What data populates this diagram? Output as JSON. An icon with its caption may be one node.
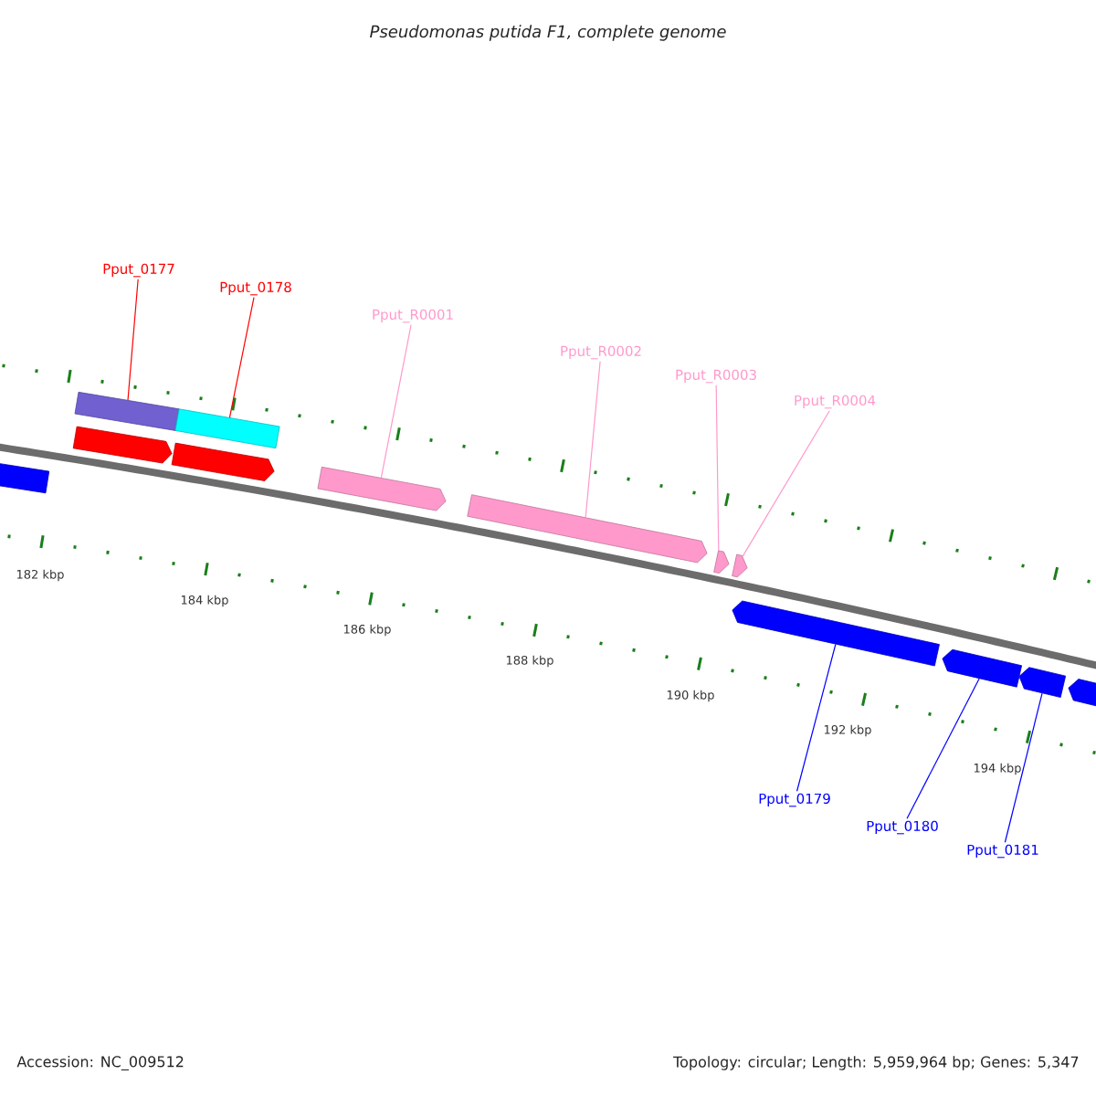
{
  "diagram": {
    "title": "Pseudomonas putida F1, complete genome",
    "nodes": [
      {
        "text": [
          "Pput_0177"
        ]
      },
      {
        "text": [
          "Pput_0178"
        ]
      },
      {
        "text": [
          "Pput_R0001"
        ]
      },
      {
        "text": [
          "Pput_R0002"
        ]
      },
      {
        "text": [
          "Pput_R0003"
        ]
      },
      {
        "text": [
          "Pput_R0004"
        ]
      },
      {
        "text": [
          "Pput_0179"
        ]
      },
      {
        "text": [
          "Pput_0180"
        ]
      },
      {
        "text": [
          "Pput_0181"
        ]
      },
      {
        "text": [],
        "shape": "pentagon"
      },
      {
        "text": [],
        "shape": "pentagon"
      },
      {
        "text": [],
        "shape": "bar"
      },
      {
        "text": [],
        "shape": "pentagon"
      },
      {
        "text": [],
        "shape": "bar"
      },
      {
        "text": [],
        "shape": "pentagon"
      },
      {
        "text": [],
        "shape": "pentagon"
      },
      {
        "text": [],
        "shape": "pentagon"
      },
      {
        "text": [],
        "shape": "pentagon"
      },
      {
        "text": [],
        "shape": "pentagon"
      },
      {
        "text": [],
        "shape": "pentagon"
      },
      {
        "text": [],
        "shape": "pentagon"
      },
      {
        "text": [],
        "shape": "pentagon"
      }
    ],
    "edges": [
      {
        "from": 0,
        "to": 11,
        "arrow": "none",
        "color": "#ff0000"
      },
      {
        "from": 1,
        "to": 13,
        "arrow": "none",
        "color": "#ff0000"
      },
      {
        "from": 2,
        "to": 14,
        "arrow": "none"
      },
      {
        "from": 3,
        "to": 15,
        "arrow": "none"
      },
      {
        "from": 4,
        "to": 16,
        "arrow": "none"
      },
      {
        "from": 5,
        "to": 17,
        "arrow": "none"
      },
      {
        "from": 6,
        "to": 18,
        "arrow": "none",
        "color": "#0000ff"
      },
      {
        "from": 7,
        "to": 19,
        "arrow": "none",
        "color": "#0000ff"
      },
      {
        "from": 8,
        "to": 20,
        "arrow": "none",
        "color": "#0000ff"
      }
    ],
    "labels": [
      "182 kbp",
      "184 kbp",
      "186 kbp",
      "188 kbp",
      "190 kbp",
      "192 kbp",
      "194 kbp",
      "Accession: NC_009512",
      "Topology: circular; Length: 5,959,964 bp; Genes: 5,347"
    ]
  }
}
